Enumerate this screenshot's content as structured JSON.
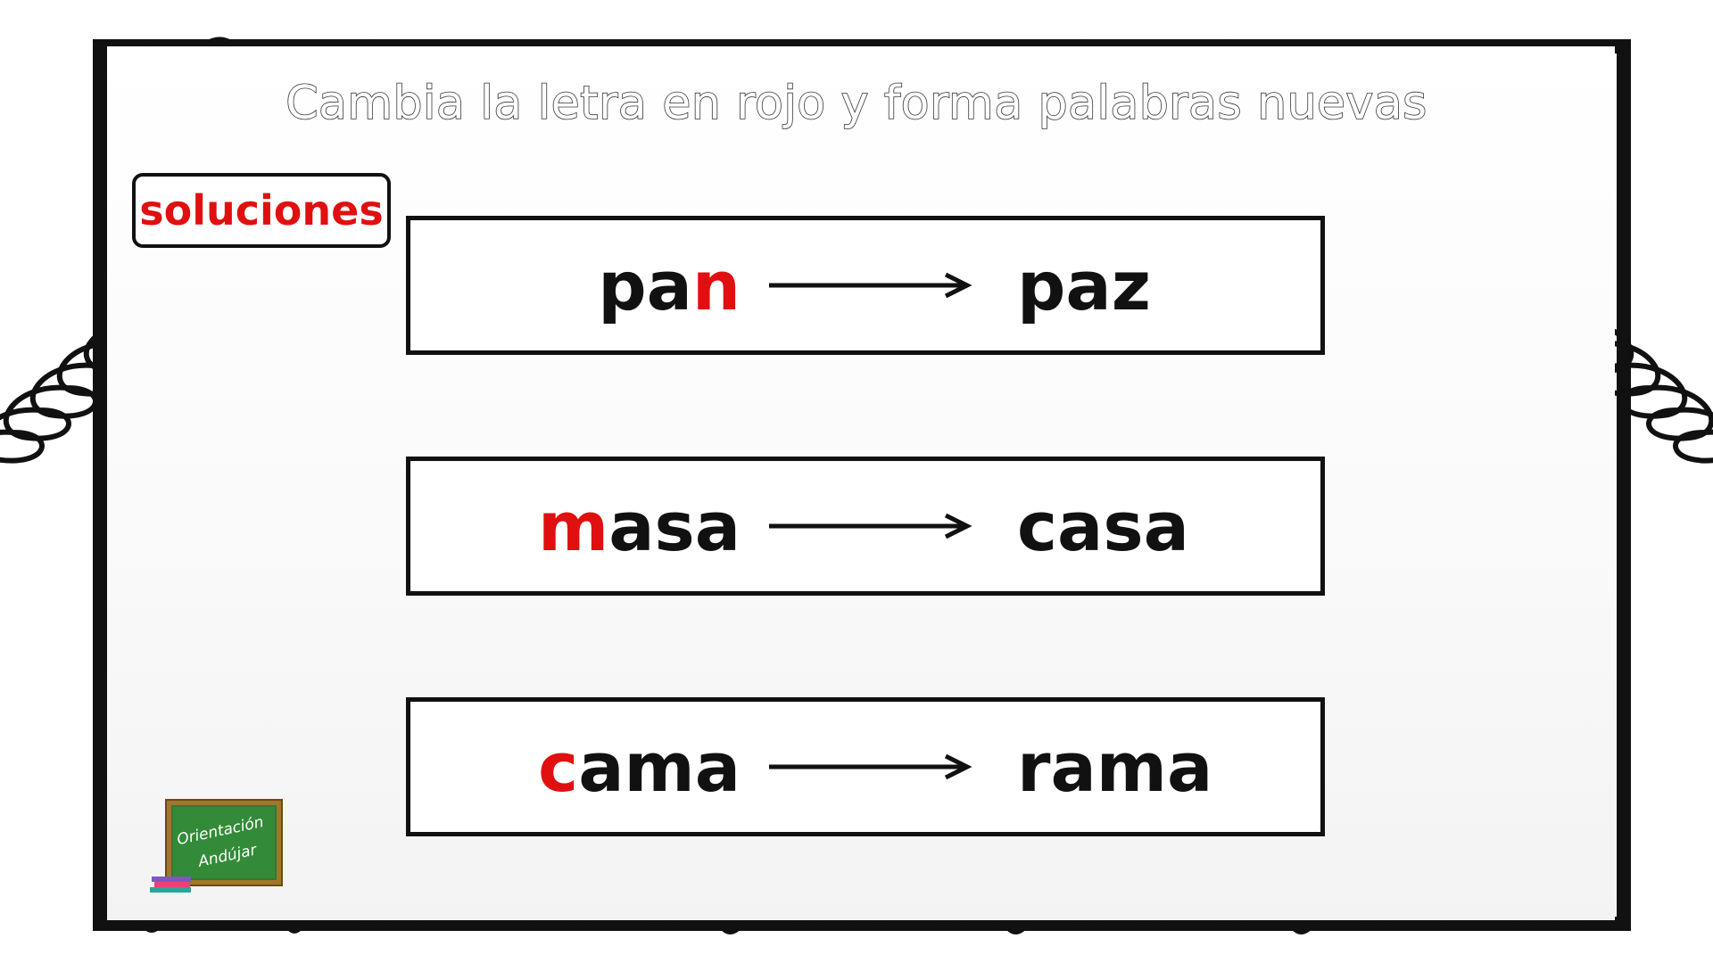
{
  "title": "Cambia la letra en rojo y forma palabras nuevas",
  "solutions_label": "soluciones",
  "accent_color": "#e01010",
  "rows": [
    {
      "original_parts": [
        "pa",
        "n",
        ""
      ],
      "new_word": "paz"
    },
    {
      "original_parts": [
        "",
        "m",
        "asa"
      ],
      "new_word": "casa"
    },
    {
      "original_parts": [
        "",
        "c",
        "ama"
      ],
      "new_word": "rama"
    }
  ],
  "logo": {
    "line1": "Orientación",
    "line2": "Andújar"
  }
}
